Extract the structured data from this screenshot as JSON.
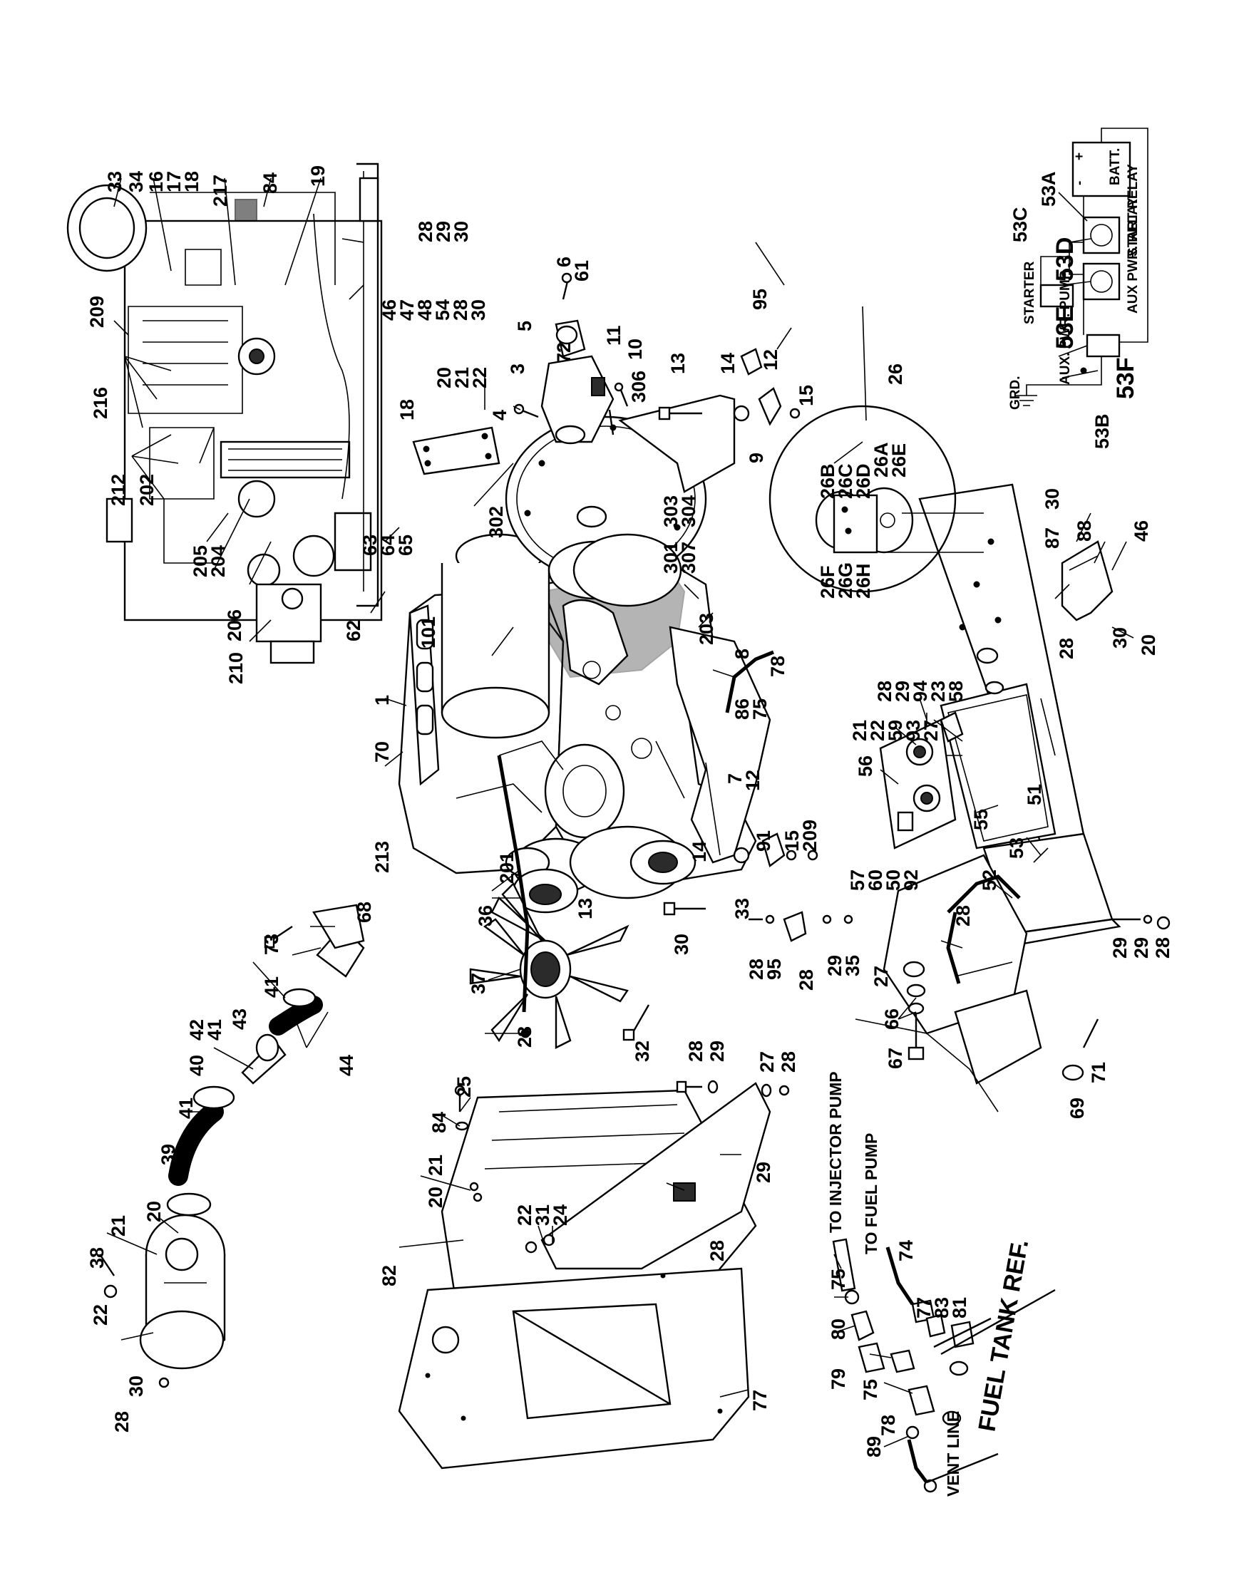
{
  "diagram": {
    "callouts": [
      "33",
      "34",
      "16",
      "17",
      "18",
      "217",
      "84",
      "19",
      "28",
      "29",
      "30",
      "209",
      "46",
      "47",
      "48",
      "54",
      "28",
      "30",
      "216",
      "212",
      "202",
      "205",
      "204",
      "206",
      "210",
      "62",
      "63",
      "64",
      "65",
      "6",
      "61",
      "5",
      "72",
      "95",
      "3",
      "4",
      "11",
      "10",
      "306",
      "13",
      "14",
      "12",
      "15",
      "26",
      "26B",
      "26C",
      "26D",
      "26A",
      "26E",
      "26F",
      "26G",
      "26H",
      "53A",
      "53C",
      "53D",
      "53E",
      "53F",
      "53B",
      "20",
      "21",
      "22",
      "18",
      "9",
      "302",
      "303",
      "304",
      "301",
      "307",
      "203",
      "101",
      "8",
      "78",
      "86",
      "75",
      "1",
      "70",
      "7",
      "12",
      "91",
      "15",
      "209",
      "213",
      "201",
      "14",
      "33",
      "36",
      "13",
      "30",
      "28",
      "95",
      "28",
      "29",
      "35",
      "37",
      "32",
      "28",
      "30",
      "87",
      "88",
      "46",
      "28",
      "30",
      "20",
      "21",
      "22",
      "59",
      "93",
      "27",
      "28",
      "29",
      "94",
      "23",
      "58",
      "55",
      "56",
      "57",
      "60",
      "50",
      "92",
      "51",
      "53",
      "52",
      "28",
      "29",
      "29",
      "28",
      "27",
      "66",
      "67",
      "71",
      "69",
      "68",
      "73",
      "41",
      "43",
      "44",
      "42",
      "41",
      "40",
      "41",
      "39",
      "20",
      "21",
      "38",
      "22",
      "30",
      "28",
      "28",
      "29",
      "27",
      "28",
      "25",
      "84",
      "29",
      "28",
      "20",
      "21",
      "22",
      "31",
      "24",
      "82",
      "77",
      "75",
      "74",
      "77",
      "83",
      "81",
      "80",
      "79",
      "75",
      "78",
      "89"
    ],
    "notes": {
      "to_injector_pump": "TO INJECTOR PUMP",
      "to_fuel_pump": "TO FUEL PUMP",
      "fuel_tank_ref": "FUEL TANK REF.",
      "vent_line": "VENT LINE"
    },
    "schematic": {
      "batt": "BATT.",
      "start_relay": "START RELAY",
      "aux_pwr_relay": "AUX PWR. RELAY",
      "aux_pwr_pump": "AUX. PWR. PUMP",
      "starter": "STARTER",
      "grd": "GRD.",
      "plus": "+",
      "minus": "-"
    }
  }
}
